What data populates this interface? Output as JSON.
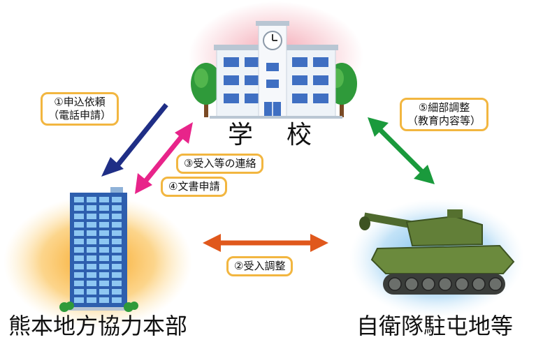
{
  "nodes": {
    "school": "学　校",
    "office": "熊本地方協力本部",
    "base": "自衛隊駐屯地等"
  },
  "steps": {
    "step1": {
      "line1": "①申込依頼",
      "line2": "（電話申請）"
    },
    "step2": "②受入調整",
    "step3": "③受入等の連絡",
    "step4": "④文書申請",
    "step5": {
      "line1": "⑤細部調整",
      "line2": "（教育内容等）"
    }
  },
  "colors": {
    "arrow1": "#1f2e86",
    "arrow2": "#e0581c",
    "arrow4": "#e8248a",
    "arrow5": "#1a9a3c",
    "label_border": "#f2b640",
    "school_glow": "#f29aa8",
    "office_glow": "#f7a21b",
    "base_glow": "#6fb7e8"
  }
}
